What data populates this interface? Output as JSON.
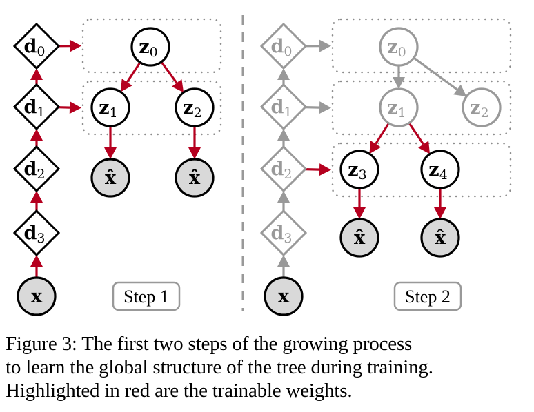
{
  "colors": {
    "active": "#000000",
    "inactive": "#999999",
    "trainable_edge": "#b5001f",
    "frozen_edge": "#999999",
    "observed_fill": "#d9d9d9",
    "group_border": "#8c8c8c"
  },
  "panels": [
    {
      "step_label": "Step 1",
      "nodes": {
        "d0": {
          "base": "d",
          "sub": "0",
          "state": "active"
        },
        "d1": {
          "base": "d",
          "sub": "1",
          "state": "active"
        },
        "d2": {
          "base": "d",
          "sub": "2",
          "state": "active"
        },
        "d3": {
          "base": "d",
          "sub": "3",
          "state": "active"
        },
        "x": {
          "base": "x",
          "sub": "",
          "state": "active"
        },
        "z0": {
          "base": "z",
          "sub": "0",
          "state": "active"
        },
        "z1": {
          "base": "z",
          "sub": "1",
          "state": "active"
        },
        "z2": {
          "base": "z",
          "sub": "2",
          "state": "active"
        },
        "xhat1": {
          "base": "x̂",
          "sub": "",
          "state": "active"
        },
        "xhat2": {
          "base": "x̂",
          "sub": "",
          "state": "active"
        }
      },
      "edges": [
        {
          "from": "x",
          "to": "d3",
          "trainable": true
        },
        {
          "from": "d3",
          "to": "d2",
          "trainable": true
        },
        {
          "from": "d2",
          "to": "d1",
          "trainable": true
        },
        {
          "from": "d1",
          "to": "d0",
          "trainable": true
        },
        {
          "from": "d0",
          "to": "group0",
          "trainable": true
        },
        {
          "from": "d1",
          "to": "group1",
          "trainable": true
        },
        {
          "from": "z0",
          "to": "z1",
          "trainable": true
        },
        {
          "from": "z0",
          "to": "z2",
          "trainable": true
        },
        {
          "from": "z1",
          "to": "xhat1",
          "trainable": true
        },
        {
          "from": "z2",
          "to": "xhat2",
          "trainable": true
        }
      ]
    },
    {
      "step_label": "Step 2",
      "nodes": {
        "d0": {
          "base": "d",
          "sub": "0",
          "state": "inactive"
        },
        "d1": {
          "base": "d",
          "sub": "1",
          "state": "inactive"
        },
        "d2": {
          "base": "d",
          "sub": "2",
          "state": "inactive"
        },
        "d3": {
          "base": "d",
          "sub": "3",
          "state": "inactive"
        },
        "x": {
          "base": "x",
          "sub": "",
          "state": "active"
        },
        "z0": {
          "base": "z",
          "sub": "0",
          "state": "inactive"
        },
        "z1": {
          "base": "z",
          "sub": "1",
          "state": "inactive"
        },
        "z2": {
          "base": "z",
          "sub": "2",
          "state": "inactive"
        },
        "z3": {
          "base": "z",
          "sub": "3",
          "state": "active"
        },
        "z4": {
          "base": "z",
          "sub": "4",
          "state": "active"
        },
        "xhat1": {
          "base": "x̂",
          "sub": "",
          "state": "active"
        },
        "xhat2": {
          "base": "x̂",
          "sub": "",
          "state": "active"
        }
      },
      "edges": [
        {
          "from": "x",
          "to": "d3",
          "trainable": false
        },
        {
          "from": "d3",
          "to": "d2",
          "trainable": false
        },
        {
          "from": "d2",
          "to": "d1",
          "trainable": false
        },
        {
          "from": "d1",
          "to": "d0",
          "trainable": false
        },
        {
          "from": "d0",
          "to": "group0",
          "trainable": false
        },
        {
          "from": "d1",
          "to": "group1",
          "trainable": false
        },
        {
          "from": "d2",
          "to": "group2",
          "trainable": true
        },
        {
          "from": "z0",
          "to": "z1",
          "trainable": false
        },
        {
          "from": "z0",
          "to": "z2",
          "trainable": false
        },
        {
          "from": "z1",
          "to": "z3",
          "trainable": true
        },
        {
          "from": "z1",
          "to": "z4",
          "trainable": true
        },
        {
          "from": "z3",
          "to": "xhat1",
          "trainable": true
        },
        {
          "from": "z4",
          "to": "xhat2",
          "trainable": true
        }
      ]
    }
  ],
  "caption": {
    "lines": [
      "Figure 3: The first two steps of the growing process",
      "to learn the global structure of the tree during training.",
      "Highlighted in red are the trainable weights."
    ]
  }
}
